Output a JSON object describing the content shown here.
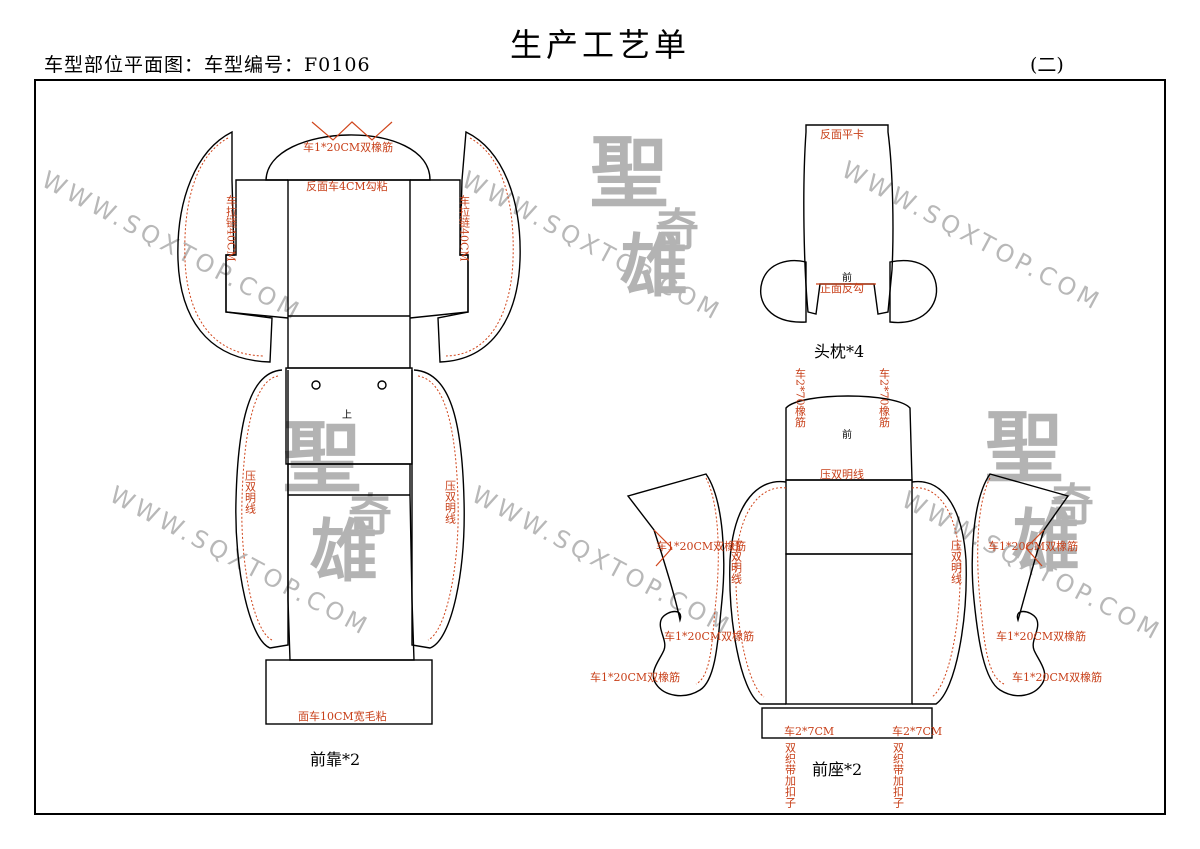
{
  "header": {
    "title": "生产工艺单",
    "subtitle": "车型部位平面图：车型编号：F0106",
    "page_no": "(二)"
  },
  "watermark": {
    "url": "WWW.SQXTOP.COM",
    "logo_top": "聖",
    "logo_mid": "奇",
    "logo_bottom": "雄"
  },
  "backrest": {
    "caption": "前靠*2",
    "top_label": "车1*20CM双橡筋",
    "flap_label": "反面车4CM勾粘",
    "zipper_left": "车拉链40CM",
    "zipper_right": "车拉链40CM",
    "center_mark": "上",
    "left_side_label": "压双明线",
    "right_side_label": "压双明线",
    "bottom_label": "面车10CM宽毛粘"
  },
  "headrest": {
    "caption": "头枕*4",
    "top_label": "反面平卡",
    "front_mark": "前",
    "bottom_label": "正面反勾"
  },
  "seat": {
    "caption": "前座*2",
    "elastic_left": "车2*70橡筋",
    "elastic_right": "车2*70橡筋",
    "front_mark": "前",
    "stitch_label": "压双明线",
    "left_side_label": "压双明线",
    "right_side_label": "压双明线",
    "left_wing_label": "车1*20CM双橡筋",
    "left_wing_small": "车1*20CM双橡筋",
    "left_wing_bottom": "车1*20CM双橡筋",
    "right_wing_label": "车1*20CM双橡筋",
    "right_wing_small": "车1*20CM双橡筋",
    "right_wing_bottom": "车1*20CM双橡筋",
    "strap_left_a": "车2*7CM",
    "strap_left_b": "双织带加扣子",
    "strap_right_a": "车2*7CM",
    "strap_right_b": "双织带加扣子"
  }
}
